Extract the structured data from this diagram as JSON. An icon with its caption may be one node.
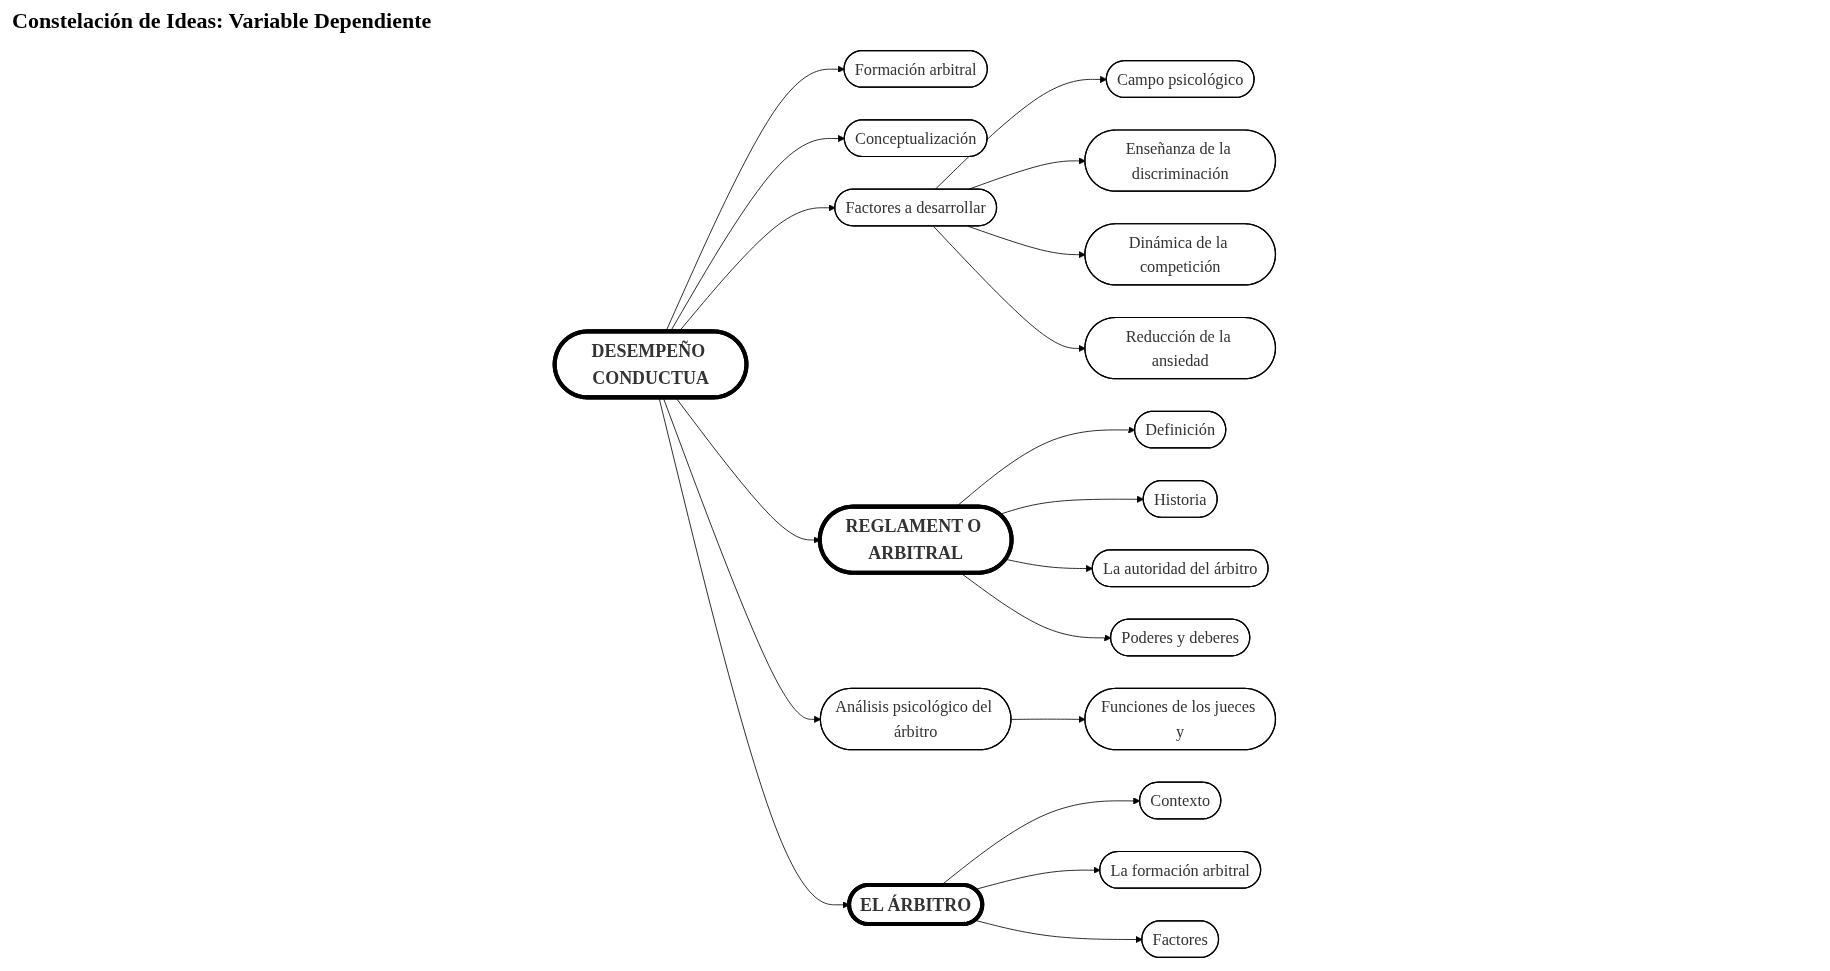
{
  "diagram": {
    "title": "Constelación de Ideas: Variable Dependiente",
    "nodes": [
      {
        "text": [
          "DESEMPEÑO CONDUCTUA"
        ]
      },
      {
        "text": [
          "Formación arbitral"
        ]
      },
      {
        "text": [
          "Conceptualización"
        ]
      },
      {
        "text": [
          "Factores a desarrollar"
        ]
      },
      {
        "text": [
          "Campo psicológico"
        ]
      },
      {
        "text": [
          "Enseñanza de la discriminación"
        ]
      },
      {
        "text": [
          "Dinámica de la competición"
        ]
      },
      {
        "text": [
          "Reducción de la ansiedad"
        ]
      },
      {
        "text": [
          "REGLAMENT O ARBITRAL"
        ]
      },
      {
        "text": [
          "Análisis psicológico del árbitro"
        ]
      },
      {
        "text": [
          "Funciones de los jueces y"
        ]
      },
      {
        "text": [
          "Definición"
        ]
      },
      {
        "text": [
          "Poderes y deberes"
        ]
      },
      {
        "text": [
          "EL ÁRBITRO"
        ]
      },
      {
        "text": [
          "Historia"
        ]
      },
      {
        "text": [
          "La autoridad del árbitro"
        ]
      },
      {
        "text": [
          "Contexto"
        ]
      },
      {
        "text": [
          "Factores"
        ]
      },
      {
        "text": [
          "La formación arbitral"
        ]
      }
    ],
    "edges": [
      {
        "from": 0,
        "to": 1,
        "arrow": "to"
      },
      {
        "from": 0,
        "to": 2,
        "arrow": "to"
      },
      {
        "from": 0,
        "to": 3,
        "arrow": "to"
      },
      {
        "from": 3,
        "to": 4,
        "arrow": "to"
      },
      {
        "from": 3,
        "to": 5,
        "arrow": "to"
      },
      {
        "from": 3,
        "to": 6,
        "arrow": "to"
      },
      {
        "from": 3,
        "to": 7,
        "arrow": "to"
      },
      {
        "from": 0,
        "to": 8,
        "arrow": "to"
      },
      {
        "from": 0,
        "to": 9,
        "arrow": "to"
      },
      {
        "from": 9,
        "to": 10,
        "arrow": "to"
      },
      {
        "from": 0,
        "to": 13,
        "arrow": "to"
      },
      {
        "from": 8,
        "to": 11,
        "arrow": "to"
      },
      {
        "from": 8,
        "to": 14,
        "arrow": "to"
      },
      {
        "from": 8,
        "to": 15,
        "arrow": "to"
      },
      {
        "from": 8,
        "to": 12,
        "arrow": "to"
      },
      {
        "from": 13,
        "to": 16,
        "arrow": "to"
      },
      {
        "from": 13,
        "to": 18,
        "arrow": "to"
      },
      {
        "from": 13,
        "to": 17,
        "arrow": "to"
      }
    ]
  }
}
